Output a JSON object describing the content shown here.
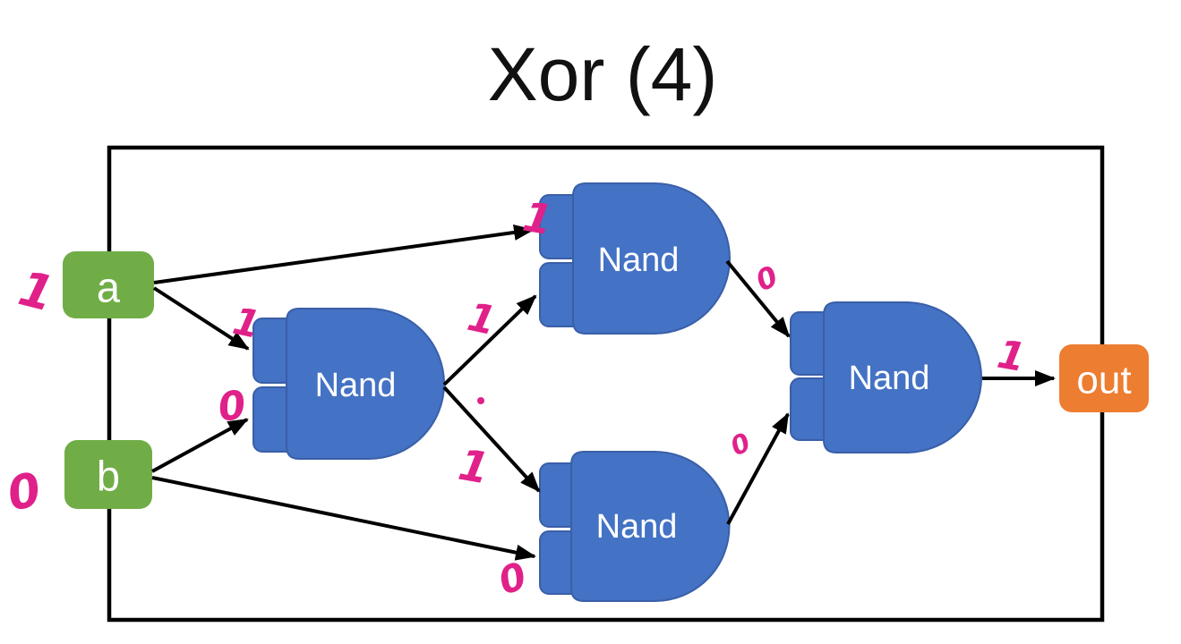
{
  "title": "Xor (4)",
  "colors": {
    "gate_fill": "#4472c4",
    "gate_edge": "#3a5fa8",
    "input_box_fill": "#70ad47",
    "output_box_fill": "#ed7d31",
    "annotation_ink": "#e0218a",
    "wire": "#000000",
    "boundary": "#000000"
  },
  "inputs": {
    "a": {
      "label": "a",
      "value": "1"
    },
    "b": {
      "label": "b",
      "value": "0"
    }
  },
  "gates": {
    "nand1": {
      "label": "Nand"
    },
    "nand2": {
      "label": "Nand"
    },
    "nand3": {
      "label": "Nand"
    },
    "nand4": {
      "label": "Nand"
    }
  },
  "output": {
    "label": "out",
    "value": "1"
  },
  "annotations": {
    "a_value": "1",
    "b_value": "0",
    "nand1_in_top": "1",
    "nand1_in_bottom": "0",
    "nand2_in_top": "1",
    "nand2_in_bottom": "1",
    "nand3_in_top": "1",
    "nand3_in_bottom": "0",
    "nand2_out": "0",
    "nand3_out": "0",
    "out_value": "1"
  }
}
